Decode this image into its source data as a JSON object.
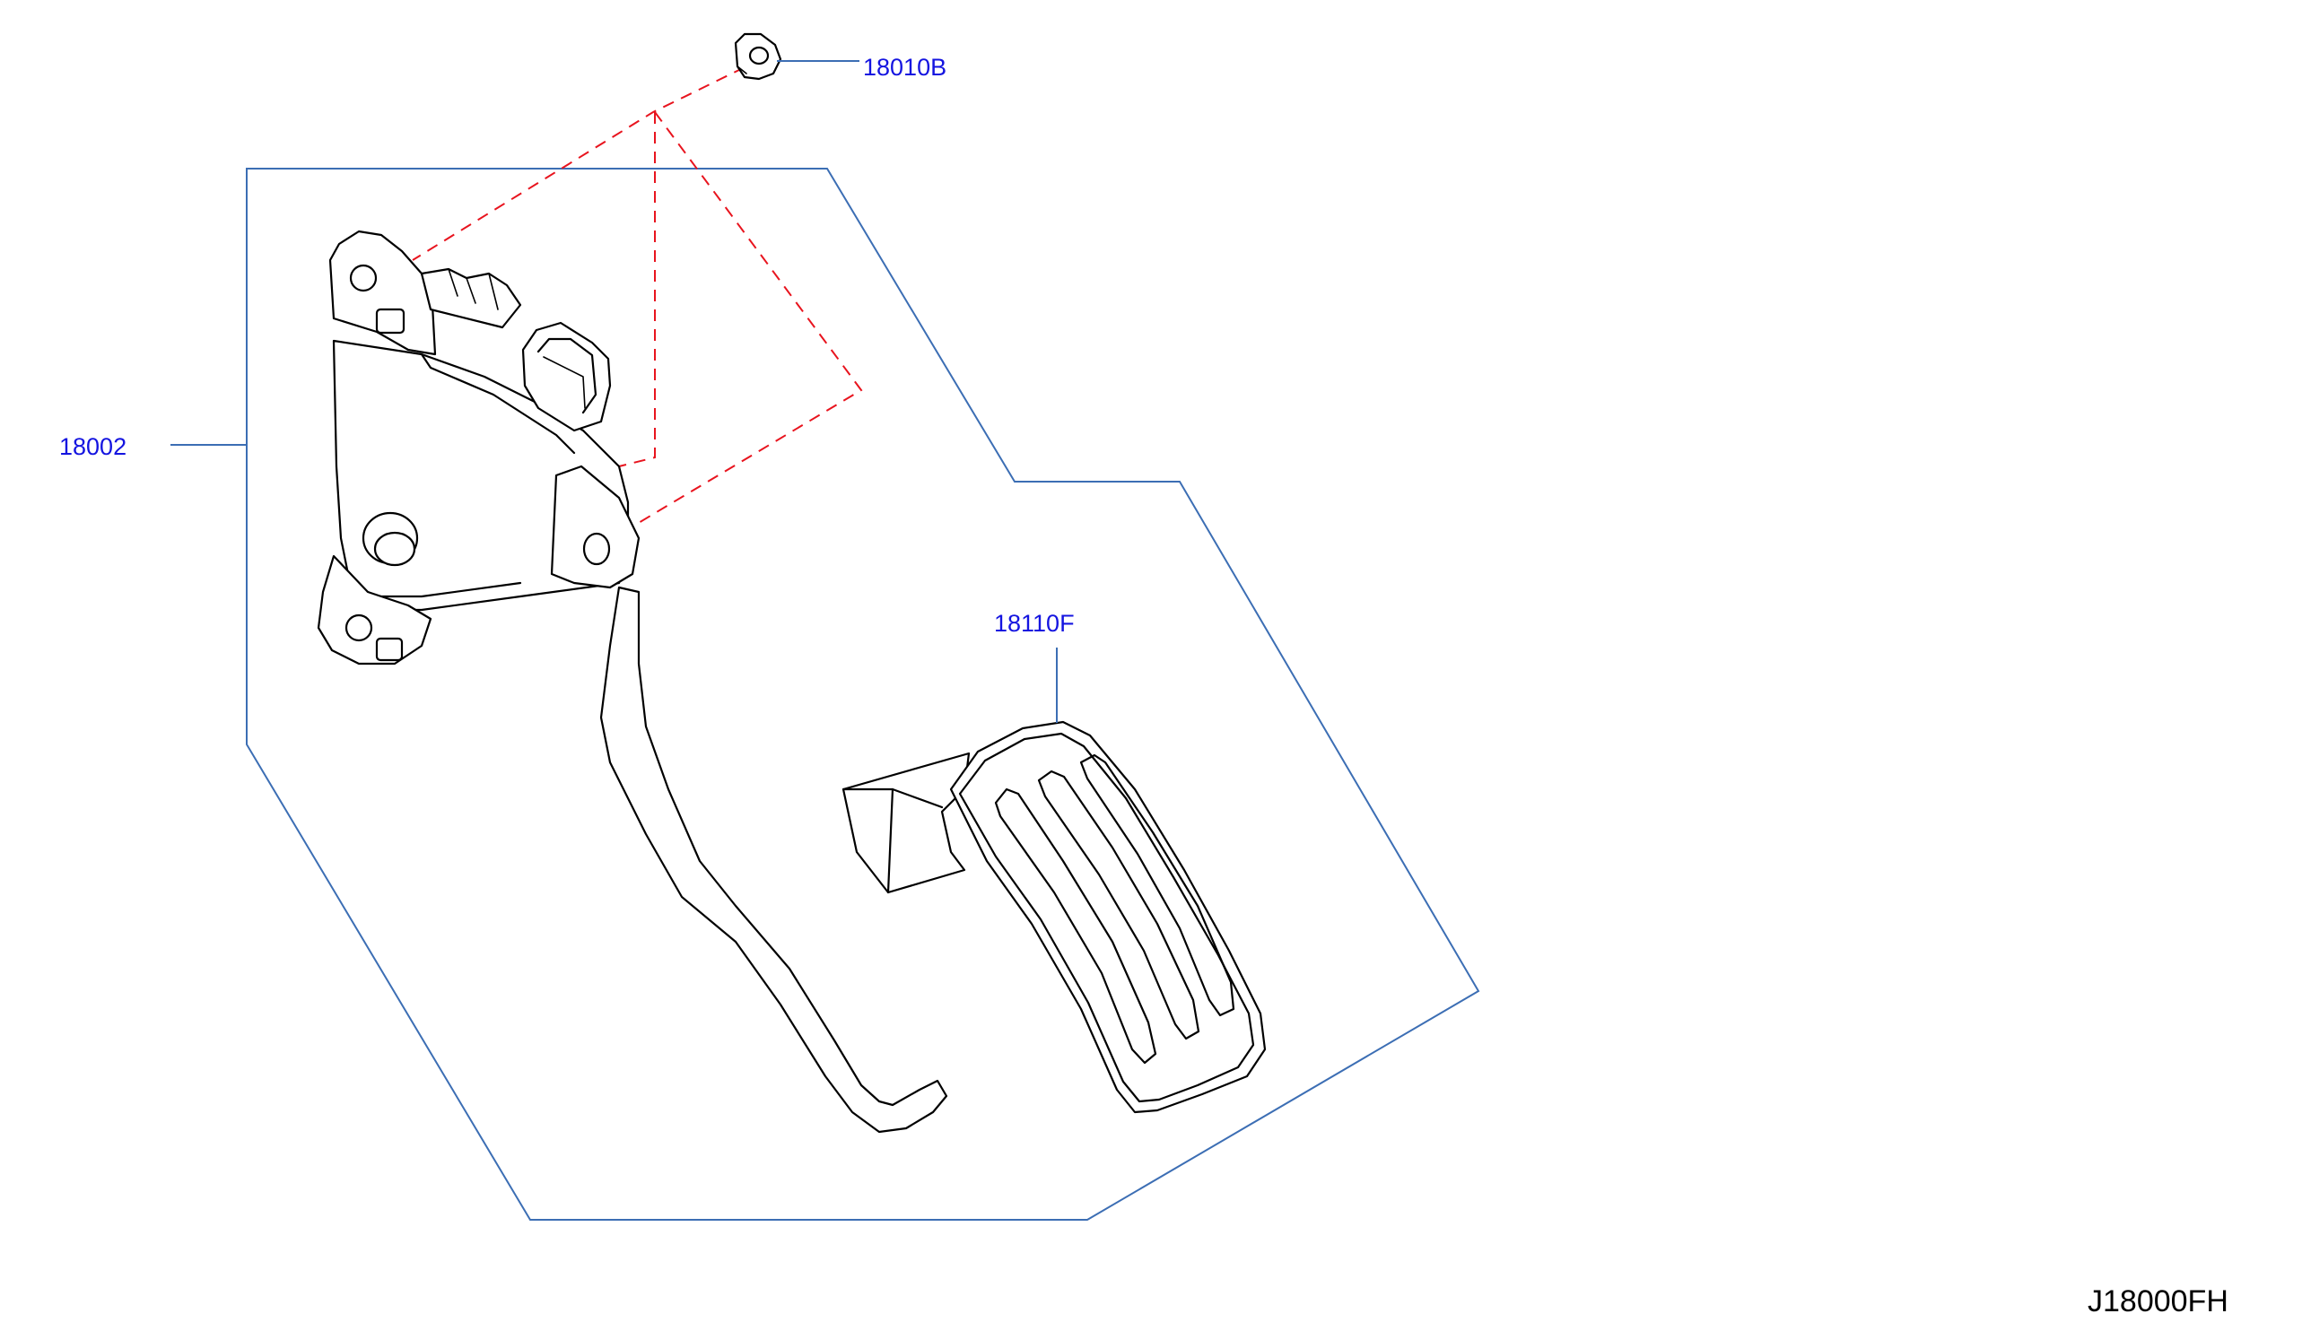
{
  "colors": {
    "callout_text": "#1414e0",
    "leader_line": "#3c6eb4",
    "assembly_outline": "#3c6eb4",
    "hidden_reference_line": "#e8141e",
    "part_line": "#000000"
  },
  "callouts": {
    "nut": "18010B",
    "assembly": "18002",
    "pad": "18110F"
  },
  "diagram_code": "J18000FH"
}
